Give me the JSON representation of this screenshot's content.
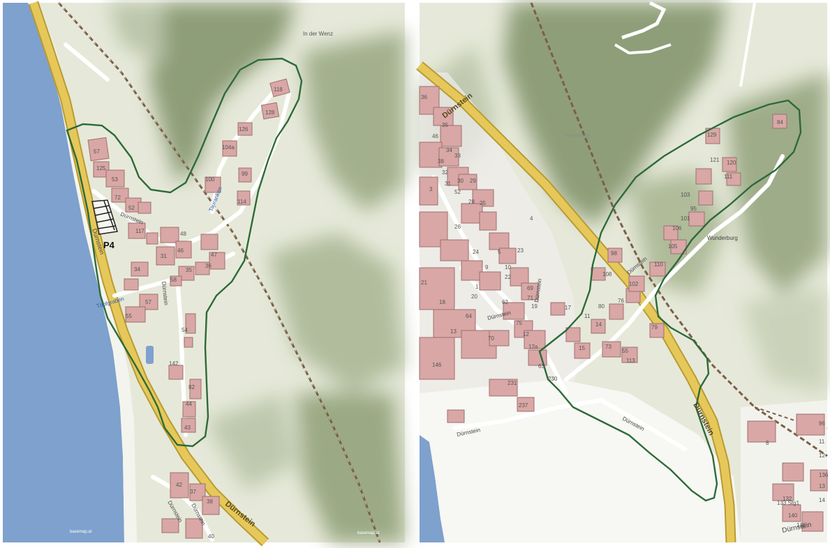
{
  "colors": {
    "water": "#7ea1cd",
    "terrain": "#e6e9d9",
    "hill": "#8b9b74",
    "road": "#e6c85a",
    "road_edge": "#b99a32",
    "building": "#d8a7a6",
    "building_edge": "#9e6f6e",
    "outline": "#2d6a3a",
    "railway": "#7b5f48",
    "label": "#444444",
    "street_label": "#2f5fa8"
  },
  "left_map": {
    "place_label": "In der Wenz",
    "road_label": "Dürnstein",
    "street_labels": {
      "main_vertical": "Dürnstein",
      "main_mid": "Dürnstein",
      "road_curve": "Dürnstein",
      "bottom_1": "Dürnstein",
      "bottom_2": "Dürnstein",
      "blue_1": "Tauranken",
      "blue_2": "Töpfgraben"
    },
    "parcel_label": "P4",
    "house_numbers": [
      "118",
      "128",
      "126",
      "104a",
      "99",
      "100",
      "114",
      "57",
      "125",
      "53",
      "72",
      "52",
      "117",
      "48",
      "31",
      "46",
      "47",
      "36",
      "35",
      "58",
      "34",
      "57",
      "55",
      "54",
      "142",
      "82",
      "44",
      "43",
      "42",
      "37",
      "38",
      "40"
    ],
    "credit": "basemap.at",
    "credit2": "basemap.at"
  },
  "right_map": {
    "road_label": "Dürnstein",
    "road_label2": "Dürnstein",
    "field_label": "Wunderburg",
    "faint_label": "Sebernsteiner",
    "street_labels": {
      "a": "Dürnstein",
      "b": "Dürnstein",
      "c": "Dürnstein",
      "d": "Dürnstein",
      "e": "Dürnstein",
      "f": "Dürnstein"
    },
    "house_numbers": [
      "84",
      "129",
      "121",
      "120",
      "111",
      "103",
      "95",
      "101",
      "106",
      "105",
      "98",
      "108",
      "110",
      "102",
      "76",
      "80",
      "79",
      "17",
      "14",
      "11",
      "73",
      "55",
      "113",
      "15",
      "63",
      "230",
      "231",
      "237",
      "36",
      "35",
      "46",
      "34",
      "38",
      "33",
      "32",
      "31",
      "30",
      "3",
      "52",
      "29",
      "28",
      "25",
      "26",
      "4",
      "5",
      "23",
      "24",
      "9",
      "10",
      "22",
      "21",
      "1",
      "69",
      "20",
      "62",
      "71",
      "19",
      "18",
      "64",
      "75",
      "12",
      "12a",
      "13",
      "70",
      "146",
      "8",
      "132",
      "133 Stg1",
      "140",
      "138",
      "136",
      "96",
      "11",
      "12",
      "13",
      "14",
      "15"
    ]
  }
}
